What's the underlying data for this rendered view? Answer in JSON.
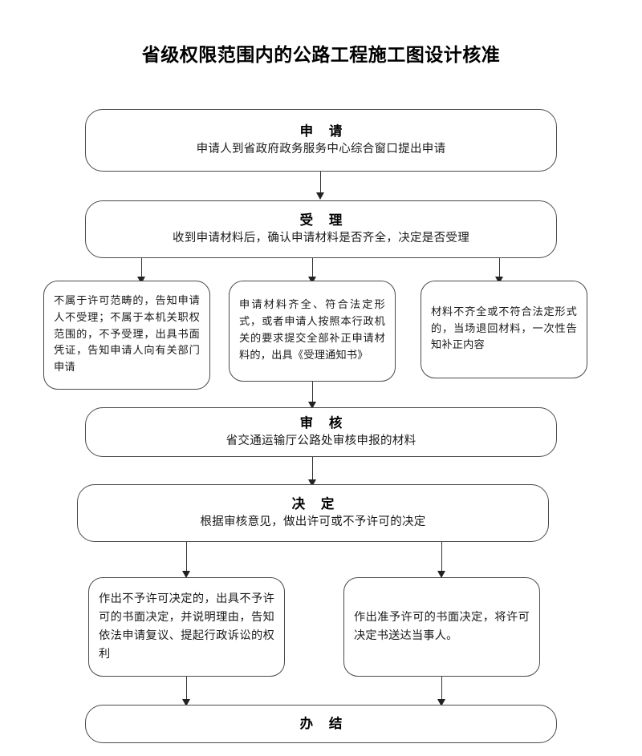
{
  "document": {
    "title": "省级权限范围内的公路工程施工图设计核准",
    "type": "administrative-approval-flowchart"
  },
  "nodes": {
    "apply": {
      "heading": "申 请",
      "body": "申请人到省政府政务服务中心综合窗口提出申请"
    },
    "accept": {
      "heading": "受 理",
      "body": "收到申请材料后，确认申请材料是否齐全，决定是否受理"
    },
    "branch_left": {
      "body": "不属于许可范畴的，告知申请人不受理；不属于本机关职权范围的，不予受理，出具书面凭证，告知申请人向有关部门申请"
    },
    "branch_middle": {
      "body": "申请材料齐全、符合法定形式，或者申请人按照本行政机关的要求提交全部补正申请材料的，出具《受理通知书》"
    },
    "branch_right": {
      "body": "材料不齐全或不符合法定形式的，当场退回材料，一次性告知补正内容"
    },
    "review": {
      "heading": "审 核",
      "body": "省交通运输厅公路处审核申报的材料"
    },
    "decision": {
      "heading": "决 定",
      "body": "根据审核意见，做出许可或不予许可的决定"
    },
    "outcome_reject": {
      "body": "作出不予许可决定的，出具不予许可的书面决定，并说明理由，告知依法申请复议、提起行政诉讼的权利"
    },
    "outcome_approve": {
      "body": "作出准予许可的书面决定，将许可决定书送达当事人。"
    },
    "finish": {
      "heading": "办 结"
    }
  },
  "style": {
    "border_color": "#4a4a4a",
    "connector_color": "#333333",
    "text_color": "#1a1a1a",
    "background": "#ffffff"
  }
}
